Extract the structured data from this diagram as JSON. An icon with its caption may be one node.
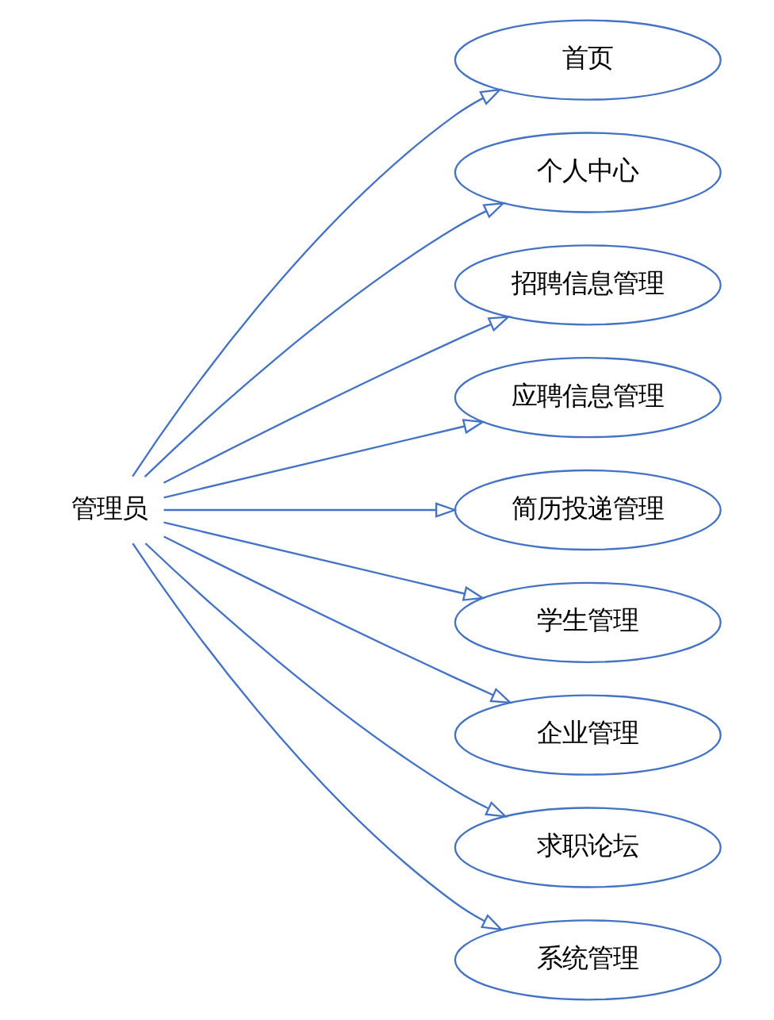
{
  "diagram": {
    "nodes": [
      {
        "text": [
          "管理员"
        ]
      },
      {
        "text": [
          "首页"
        ]
      },
      {
        "text": [
          "个人中心"
        ]
      },
      {
        "text": [
          "招聘信息管理"
        ]
      },
      {
        "text": [
          "应聘信息管理"
        ]
      },
      {
        "text": [
          "简历投递管理"
        ]
      },
      {
        "text": [
          "学生管理"
        ]
      },
      {
        "text": [
          "企业管理"
        ]
      },
      {
        "text": [
          "求职论坛"
        ]
      },
      {
        "text": [
          "系统管理"
        ]
      }
    ],
    "edges": [
      {
        "from": 0,
        "to": 1,
        "arrow": "to"
      },
      {
        "from": 0,
        "to": 2,
        "arrow": "to"
      },
      {
        "from": 0,
        "to": 3,
        "arrow": "to"
      },
      {
        "from": 0,
        "to": 4,
        "arrow": "to"
      },
      {
        "from": 0,
        "to": 5,
        "arrow": "to"
      },
      {
        "from": 0,
        "to": 6,
        "arrow": "to"
      },
      {
        "from": 0,
        "to": 7,
        "arrow": "to"
      },
      {
        "from": 0,
        "to": 8,
        "arrow": "to"
      },
      {
        "from": 0,
        "to": 9,
        "arrow": "to"
      }
    ]
  }
}
